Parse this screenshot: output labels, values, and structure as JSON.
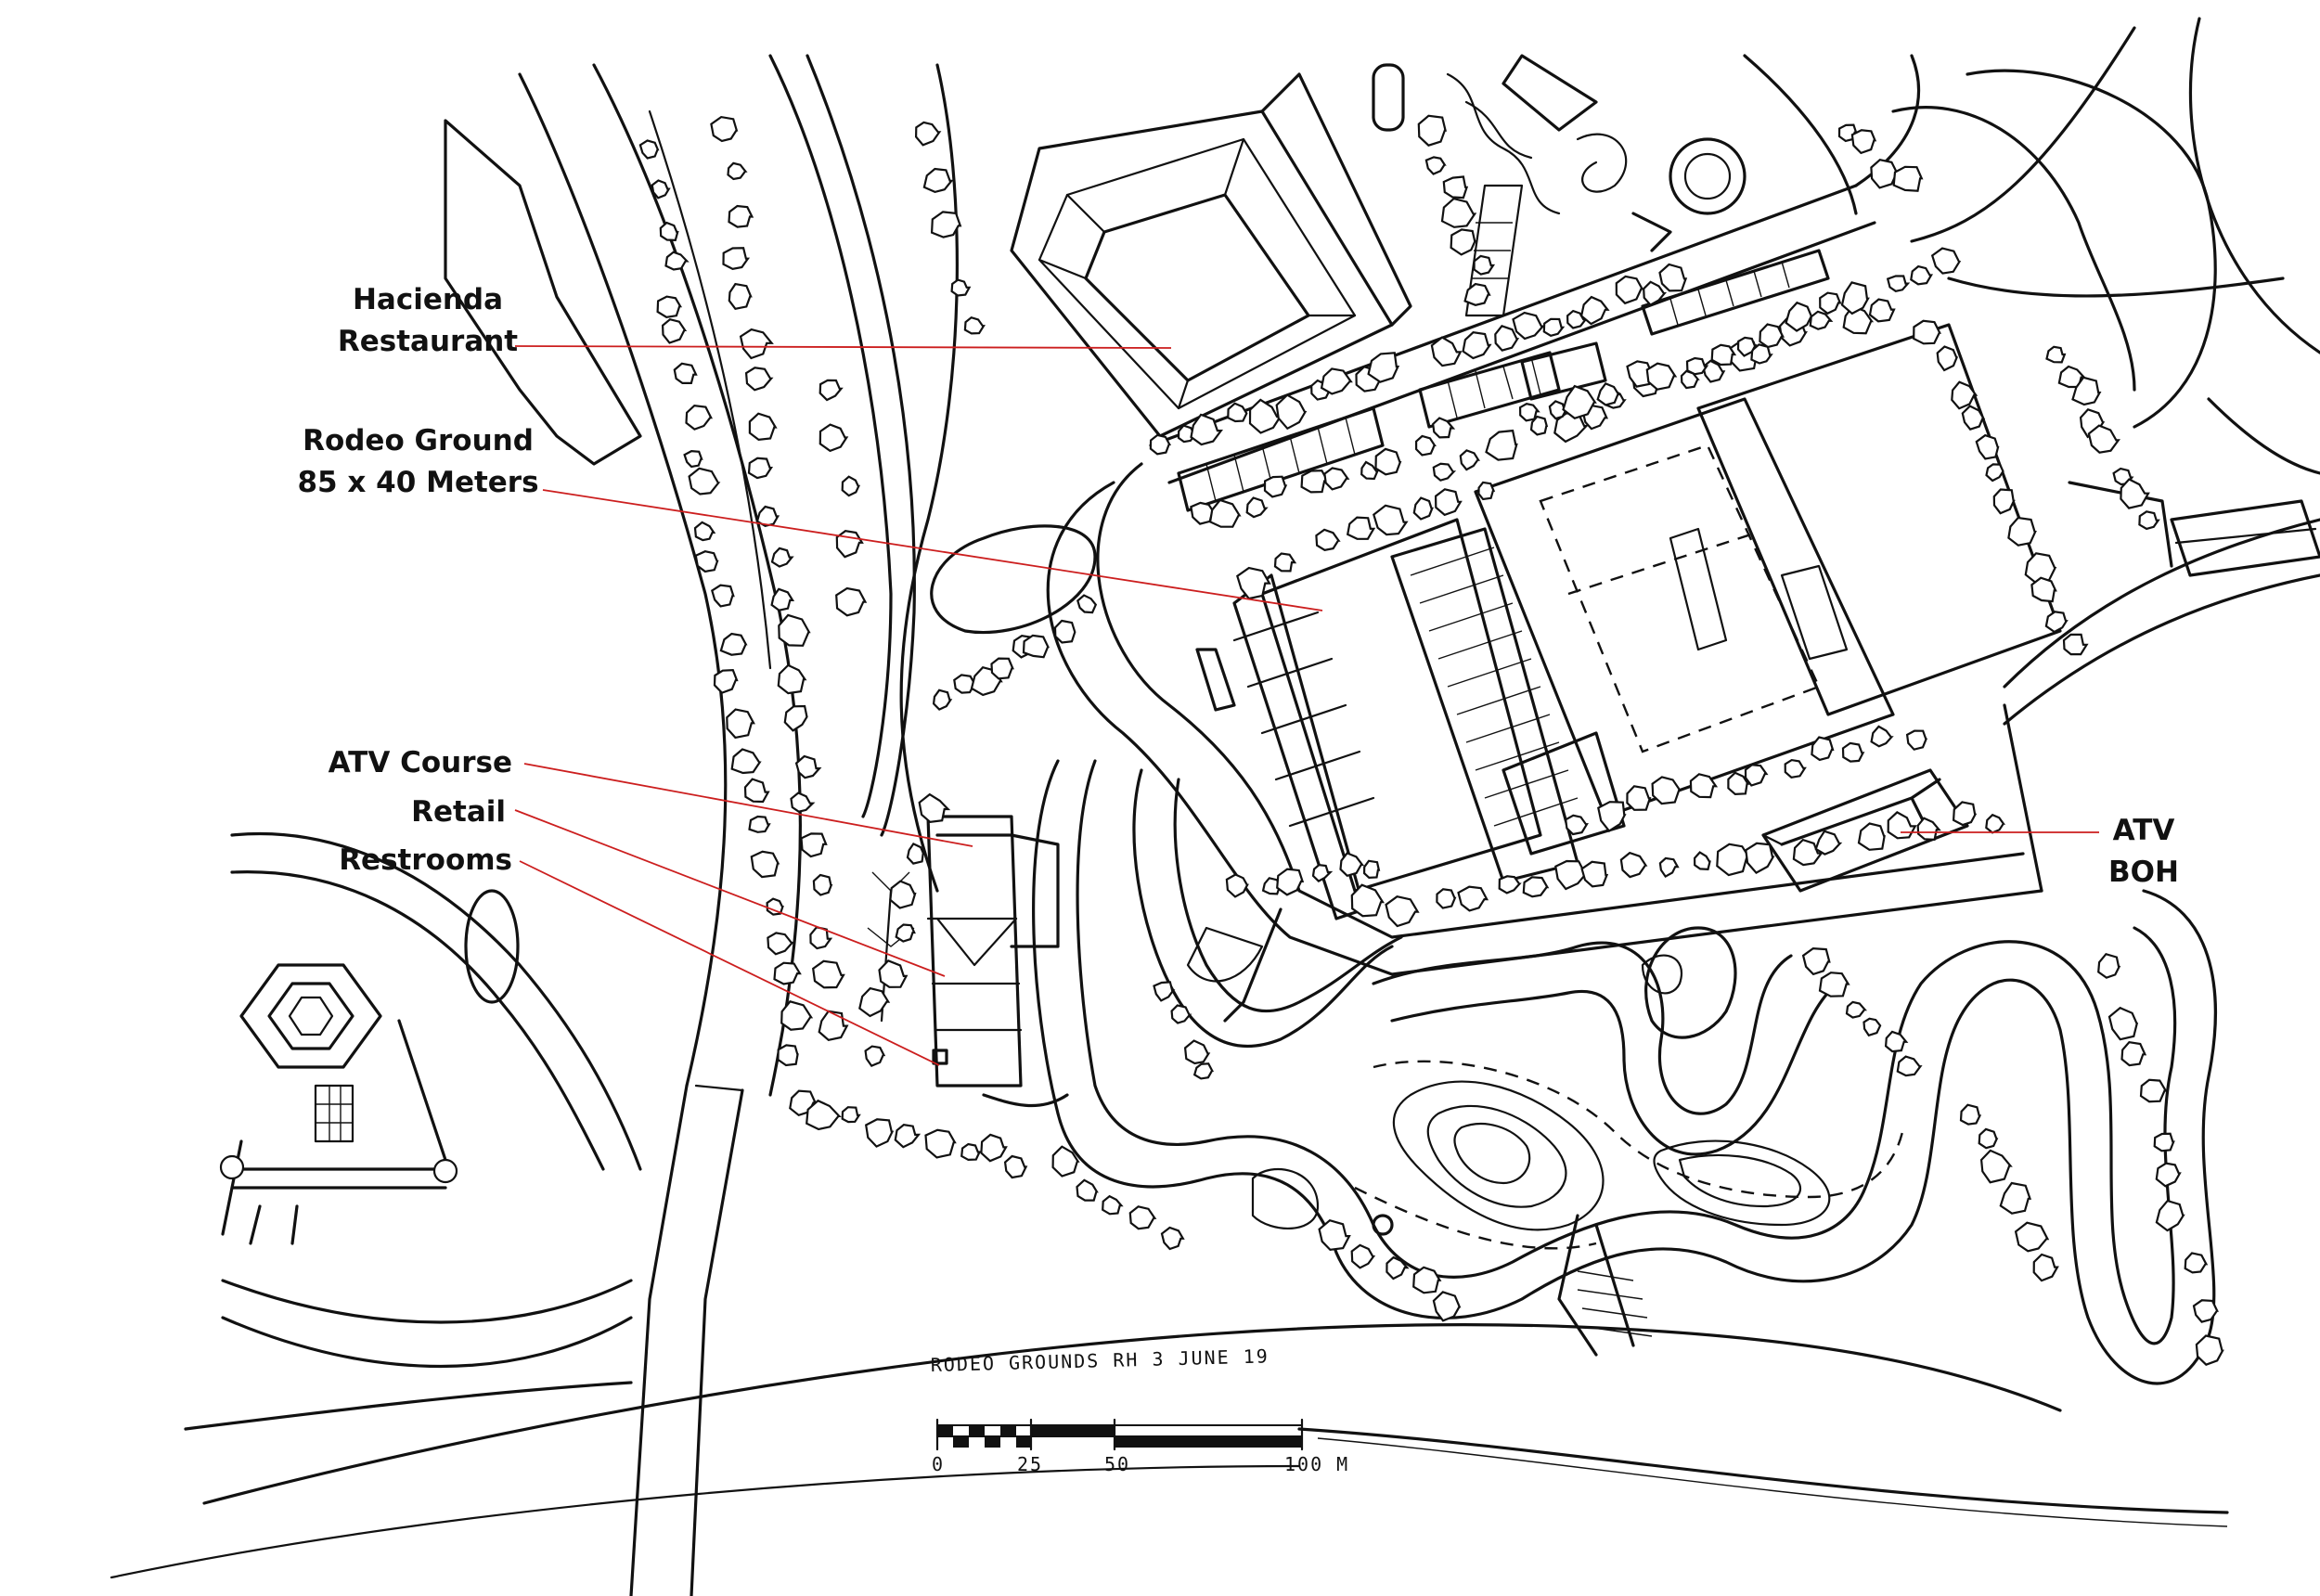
{
  "plan": {
    "title": "RODEO GROUNDS  RH 3 JUNE 19"
  },
  "labels": {
    "hacienda": [
      "Hacienda",
      "Restaurant"
    ],
    "rodeo": [
      "Rodeo Ground",
      "85 x 40 Meters"
    ],
    "atv_course": "ATV Course",
    "retail": "Retail",
    "restrooms": "Restrooms",
    "atv_boh": [
      "ATV",
      "BOH"
    ]
  },
  "scale_bar": {
    "ticks": [
      "0",
      "25",
      "50",
      "100 M"
    ]
  },
  "colors": {
    "ink": "#111111",
    "leader": "#cc1e1e",
    "paper": "#ffffff"
  }
}
